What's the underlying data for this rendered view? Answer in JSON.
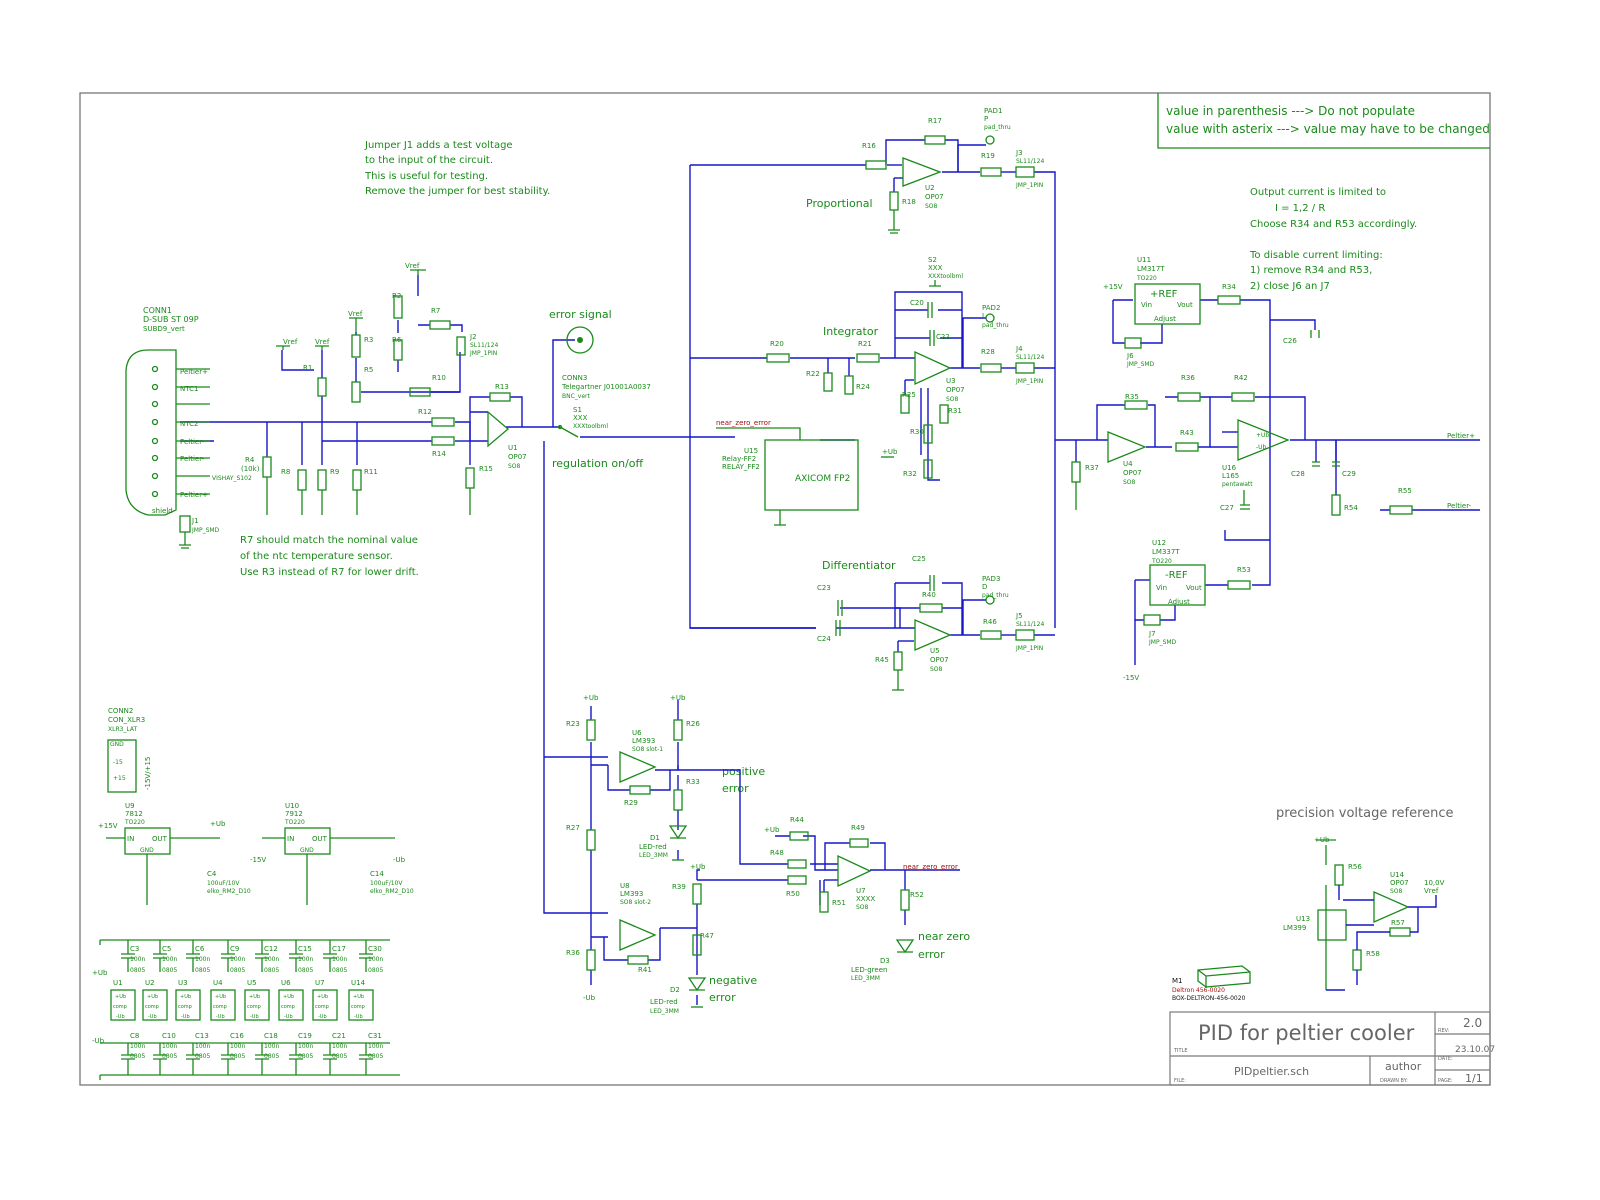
{
  "notes": {
    "legend_line1": "value in parenthesis ---> Do not populate",
    "legend_line2": "value with asterix ---> value may have to be changed",
    "jumper_note": [
      "Jumper J1 adds a test voltage",
      "to the input of the circuit.",
      "This is useful for testing.",
      "Remove the jumper for best stability."
    ],
    "r7_note": [
      "R7 should match the nominal value",
      "of the ntc temperature sensor.",
      "Use R3 instead of R7 for lower drift."
    ],
    "current_note": [
      "Output current is limited to",
      "I = 1,2 / R",
      "Choose R34 and R53 accordingly.",
      "",
      "To disable current limiting:",
      "1) remove R34 and R53,",
      "2) close J6 an J7"
    ]
  },
  "sections": {
    "proportional": "Proportional",
    "integrator": "Integrator",
    "differentiator": "Differentiator",
    "error_signal": "error signal",
    "regulation": "regulation on/off",
    "positive_error": [
      "positive",
      "error"
    ],
    "negative_error": [
      "negative",
      "error"
    ],
    "near_zero": [
      "near zero",
      "error"
    ],
    "precision_ref": "precision voltage reference"
  },
  "title_block": {
    "title": "PID for peltier cooler",
    "title_label": "TITLE",
    "rev": "2.0",
    "rev_label": "REV:",
    "date": "23.10.07",
    "date_label": "DATE:",
    "file": "PIDpeltier.sch",
    "file_label": "FILE:",
    "author": "author",
    "drawn_label": "DRAWN BY:",
    "page": "1/1",
    "page_label": "PAGE:"
  },
  "labels": {
    "conn1": [
      "CONN1",
      "D-SUB ST 09P",
      "SUBD9_vert"
    ],
    "conn1_pins": [
      "Peltier+",
      "NTC1",
      "NTC2",
      "Peltier-",
      "Peltier-",
      "Peltier+",
      "shield"
    ],
    "conn3": [
      "CONN3",
      "Telegartner J01001A0037",
      "BNC_vert"
    ],
    "s1": [
      "S1",
      "XXX",
      "XXXtoolbml"
    ],
    "conn2": [
      "CONN2",
      "CON_XLR3",
      "XLR3_LAT"
    ],
    "conn2_pins": [
      "GND",
      "-15",
      "+15"
    ],
    "conn2_side": "-15V/+15",
    "u15": [
      "U15",
      "Relay-FF2",
      "RELAY_FF2"
    ],
    "relay_name": "AXICOM FP2",
    "near_zero_net": "near_zero_error",
    "m1": [
      "M1",
      "Deltron 456-0020",
      "BOX-DELTRON-456-0020"
    ],
    "vref_out": "10,0V",
    "ref_plus": "+REF",
    "ref_minus": "-REF",
    "ref_vin": "Vin",
    "ref_vout": "Vout",
    "ref_adj": "Adjust",
    "peltier_plus": "Peltier+",
    "peltier_minus": "Peltier-",
    "reg_in": "IN",
    "reg_out": "OUT",
    "reg_gnd": "GND",
    "plus15": "+15V",
    "minus15": "-15V",
    "plus_ub": "+Ub",
    "minus_ub": "-Ub",
    "vref": "Vref",
    "pin_labels": [
      "+Ub",
      "comp",
      "-Ub"
    ],
    "u9": [
      "U9",
      "7812",
      "TO220"
    ],
    "u10": [
      "U10",
      "7912",
      "TO220"
    ],
    "u11": [
      "U11",
      "LM317T",
      "TO220"
    ],
    "u12": [
      "U12",
      "LM337T",
      "TO220"
    ],
    "u13": [
      "U13",
      "LM399"
    ],
    "u14": [
      "U14",
      "OP07",
      "SO8"
    ],
    "u1": [
      "U1",
      "OP07",
      "SO8"
    ],
    "u2": [
      "U2",
      "OP07",
      "SO8"
    ],
    "u3": [
      "U3",
      "OP07",
      "SO8"
    ],
    "u4": [
      "U4",
      "OP07",
      "SO8"
    ],
    "u5": [
      "U5",
      "OP07",
      "SO8"
    ],
    "u6": [
      "U6",
      "LM393",
      "SO8 slot-1"
    ],
    "u7": [
      "U7",
      "XXXX",
      "SO8"
    ],
    "u8": [
      "U8",
      "LM393",
      "SO8 slot-2"
    ],
    "u16": [
      "U16",
      "L165",
      "pentawatt"
    ],
    "pads": [
      [
        "PAD1",
        "P",
        "pad_thru"
      ],
      [
        "PAD2",
        "I",
        "pad_thru"
      ],
      [
        "PAD3",
        "D",
        "pad_thru"
      ]
    ],
    "jumpers": [
      [
        "J1",
        "JMP_SMD"
      ],
      [
        "J2",
        "SL11/124",
        "JMP_1PIN"
      ],
      [
        "J3",
        "SL11/124",
        "JMP_1PIN"
      ],
      [
        "J4",
        "SL11/124",
        "JMP_1PIN"
      ],
      [
        "J5",
        "SL11/124",
        "JMP_1PIN"
      ],
      [
        "J6",
        "JMP_SMD"
      ],
      [
        "J7",
        "JMP_SMD"
      ]
    ],
    "s2": [
      "S2",
      "XXX",
      "XXXtoolbml"
    ],
    "leds": [
      [
        "D1",
        "LED-red",
        "LED_3MM"
      ],
      [
        "D2",
        "LED-red",
        "LED_3MM"
      ],
      [
        "D3",
        "LED-green",
        "LED_3MM"
      ]
    ],
    "c4": [
      "C4",
      "100uF/10V",
      "elko_RM2_D10"
    ],
    "c14": [
      "C14",
      "100uF/10V",
      "elko_RM2_D10"
    ],
    "bank_top": [
      "C3",
      "C5",
      "C6",
      "C9",
      "C12",
      "C15",
      "C17",
      "C30"
    ],
    "bank_bot": [
      "C8",
      "C10",
      "C13",
      "C16",
      "C18",
      "C19",
      "C21",
      "C31"
    ],
    "bank_val": "100n",
    "bank_pkg": "0805",
    "bank_ics": [
      "U1",
      "U2",
      "U3",
      "U4",
      "U5",
      "U6",
      "U7",
      "U14"
    ]
  }
}
